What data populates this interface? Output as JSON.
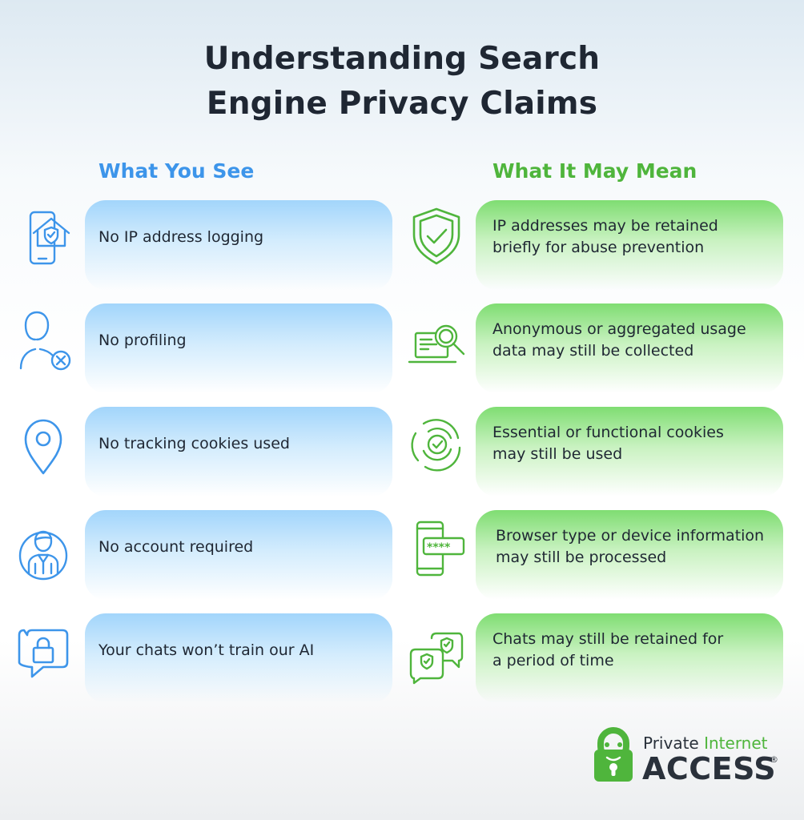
{
  "title": {
    "line1": "Understanding Search",
    "line2": "Engine Privacy Claims"
  },
  "columns": {
    "left_header": "What You See",
    "right_header": "What It May Mean"
  },
  "colors": {
    "blue_accent": "#3d95ea",
    "green_accent": "#4fb53c",
    "dark_text": "#1f2733"
  },
  "rows": [
    {
      "see": "No IP address logging",
      "mean": "IP addresses may be retained\nbriefly for abuse prevention",
      "see_icon": "phone-home-shield-icon",
      "mean_icon": "shield-check-icon"
    },
    {
      "see": "No profiling",
      "mean": "Anonymous or aggregated usage\ndata may still be collected",
      "see_icon": "user-x-icon",
      "mean_icon": "laptop-magnifier-icon"
    },
    {
      "see": "No tracking cookies used",
      "mean": "Essential or functional cookies\nmay still be used",
      "see_icon": "location-pin-icon",
      "mean_icon": "fingerprint-check-icon"
    },
    {
      "see": "No account required",
      "mean": "Browser type or device information\nmay still be processed",
      "see_icon": "person-circle-icon",
      "mean_icon": "phone-password-icon"
    },
    {
      "see": "Your chats won’t train our AI",
      "mean": "Chats may still be retained for\na period of time",
      "see_icon": "chat-lock-icon",
      "mean_icon": "chat-bubbles-shield-icon"
    }
  ],
  "logo": {
    "line1_a": "Private",
    "line1_b": "Internet",
    "line2": "ACCESS",
    "reg": "®"
  }
}
